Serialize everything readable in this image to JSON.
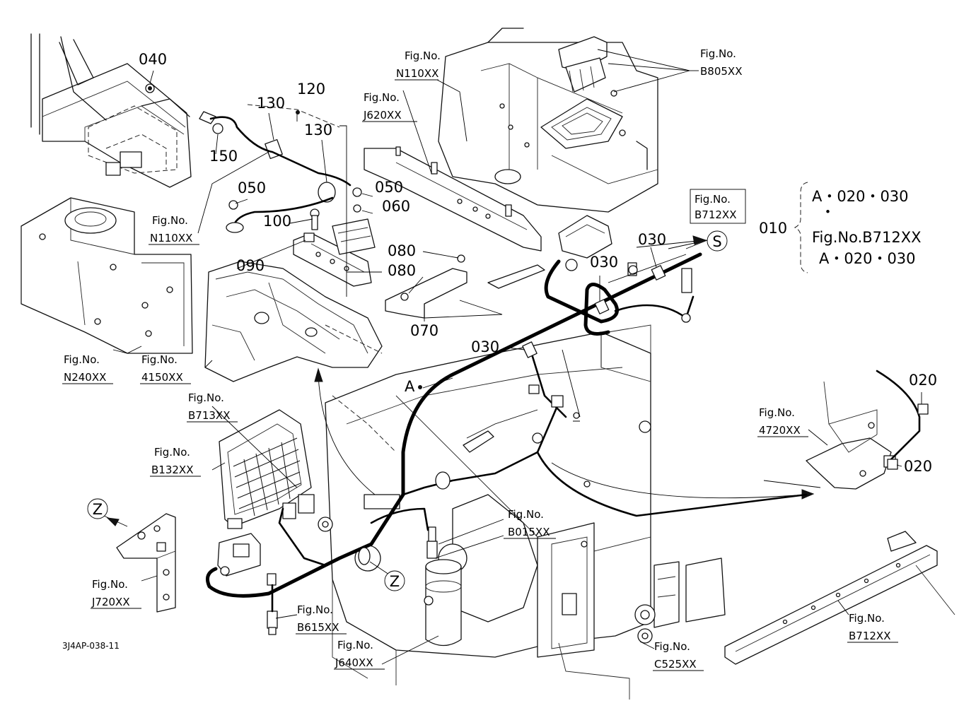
{
  "parts": {
    "p040": "040",
    "p120": "120",
    "p130a": "130",
    "p130b": "130",
    "p150": "150",
    "p050a": "050",
    "p050b": "050",
    "p060": "060",
    "p100": "100",
    "p090": "090",
    "p080a": "080",
    "p080b": "080",
    "p070": "070",
    "p030a": "030",
    "p030b": "030",
    "p030c": "030",
    "p020a": "020",
    "p020b": "020",
    "pA": "A",
    "p010": "010"
  },
  "figs": {
    "fig_word": "Fig.No.",
    "n110_top": "N110XX",
    "b805": "B805XX",
    "j620": "J620XX",
    "n110_left": "N110XX",
    "n240": "N240XX",
    "f4150": "4150XX",
    "b712_box": "B712XX",
    "b713": "B713XX",
    "b132": "B132XX",
    "f4720": "4720XX",
    "b015": "B015XX",
    "j720": "J720XX",
    "b615": "B615XX",
    "j640": "J640XX",
    "c525": "C525XX",
    "b712_bottom": "B712XX"
  },
  "kit": {
    "line1": "A・020・030",
    "dot": "・",
    "line2": "Fig.No.B712XX",
    "line3": "A・020・030"
  },
  "markers": {
    "s": "S",
    "z1": "Z",
    "z2": "Z"
  },
  "drawing_code": "3J4AP-038-11"
}
